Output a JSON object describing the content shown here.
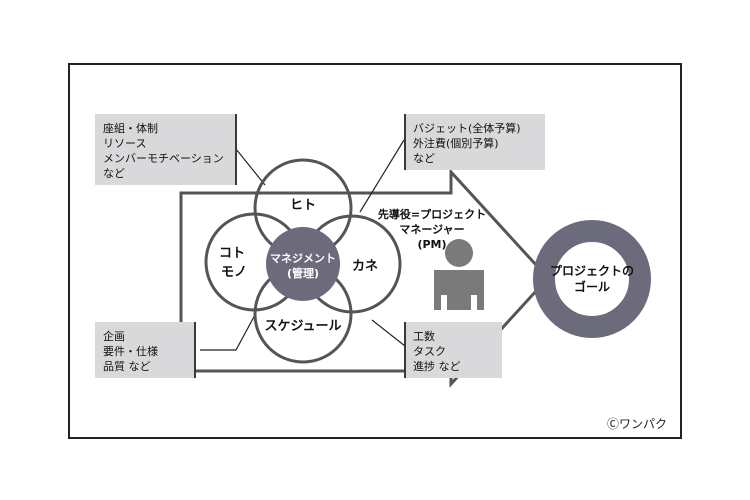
{
  "diagram": {
    "circles": {
      "top": "ヒト",
      "left": [
        "コト",
        "モノ"
      ],
      "right": "カネ",
      "bottom": "スケジュール",
      "center": [
        "マネジメント",
        "(管理)"
      ]
    },
    "leader": [
      "先導役=プロジェクト",
      "マネージャー",
      "(PM)"
    ],
    "goal": [
      "プロジェクトの",
      "ゴール"
    ],
    "notes": {
      "top_left": [
        "座組・体制",
        "リソース",
        "メンバーモチベーション",
        "など"
      ],
      "top_right": [
        "バジェット(全体予算)",
        "外注費(個別予算)",
        "など"
      ],
      "bottom_left": [
        "企画",
        "要件・仕様",
        "品質 など"
      ],
      "bottom_right": [
        "工数",
        "タスク",
        "進捗 など"
      ]
    },
    "copyright": "Ⓒワンパク"
  },
  "colors": {
    "box_fill": "#d9d9dc",
    "box_border": "#3a3a3a",
    "arrow_stroke": "#555555",
    "manage_fill": "#6b6b7c",
    "goal_ring": "#6b6b7c",
    "person": "#7a7a7a"
  },
  "icons": [
    "person-icon"
  ]
}
